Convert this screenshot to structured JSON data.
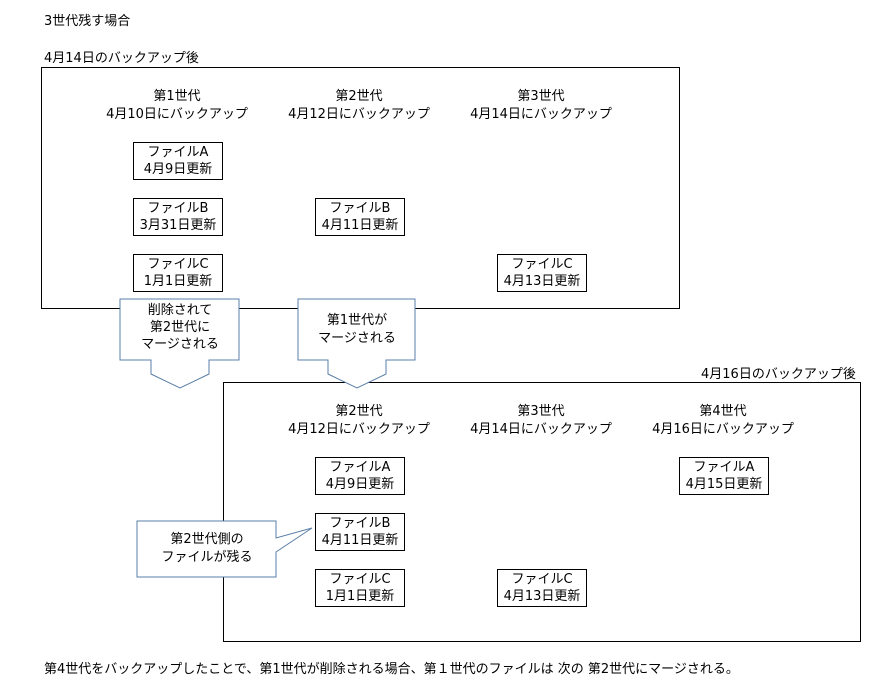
{
  "title": "3世代残す場合",
  "panel1": {
    "label": "4月14日のバックアップ後",
    "generations": [
      {
        "name": "第1世代",
        "date": "4月10日にバックアップ"
      },
      {
        "name": "第2世代",
        "date": "4月12日にバックアップ"
      },
      {
        "name": "第3世代",
        "date": "4月14日にバックアップ"
      }
    ],
    "files": [
      {
        "name": "ファイルA",
        "updated": "4月9日更新"
      },
      {
        "name": "ファイルB",
        "updated": "3月31日更新"
      },
      {
        "name": "ファイルC",
        "updated": "1月1日更新"
      },
      {
        "name": "ファイルB",
        "updated": "4月11日更新"
      },
      {
        "name": "ファイルC",
        "updated": "4月13日更新"
      }
    ]
  },
  "callout_deleted": [
    "削除されて",
    "第2世代に",
    "マージされる"
  ],
  "callout_merged": [
    "第1世代が",
    "マージされる"
  ],
  "panel2": {
    "label": "4月16日のバックアップ後",
    "generations": [
      {
        "name": "第2世代",
        "date": "4月12日にバックアップ"
      },
      {
        "name": "第3世代",
        "date": "4月14日にバックアップ"
      },
      {
        "name": "第4世代",
        "date": "4月16日にバックアップ"
      }
    ],
    "files": [
      {
        "name": "ファイルA",
        "updated": "4月9日更新"
      },
      {
        "name": "ファイルB",
        "updated": "4月11日更新"
      },
      {
        "name": "ファイルC",
        "updated": "1月1日更新"
      },
      {
        "name": "ファイルC",
        "updated": "4月13日更新"
      },
      {
        "name": "ファイルA",
        "updated": "4月15日更新"
      }
    ]
  },
  "callout_remain": [
    "第2世代側の",
    "ファイルが残る"
  ],
  "footer": "第4世代をバックアップしたことで、第1世代が削除される場合、第１世代のファイルは 次の 第2世代にマージされる。",
  "colors": {
    "callout_border": "#5a7fa8",
    "line": "#000000"
  }
}
